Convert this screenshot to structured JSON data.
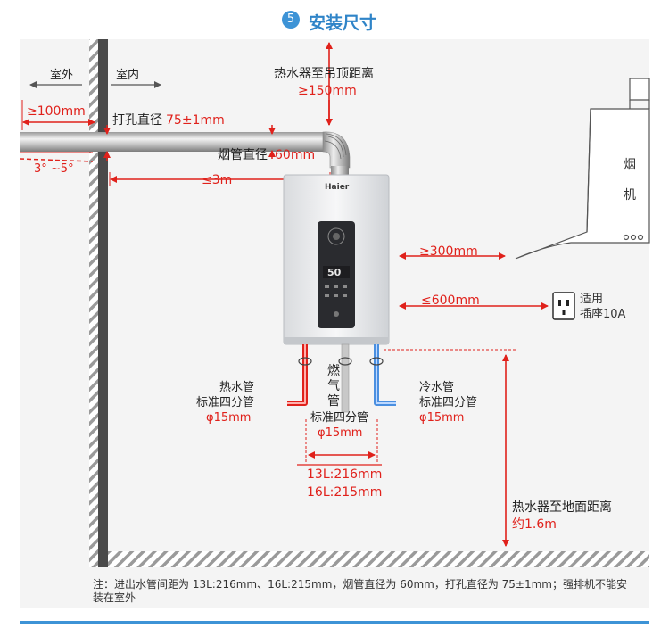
{
  "section": {
    "number": "5",
    "title": "安装尺寸"
  },
  "labels": {
    "outdoor": "室外",
    "indoor": "室内",
    "ceiling_title": "热水器至吊顶距离",
    "ceiling_value": "≥150mm",
    "wall_protrude": "≥100mm",
    "hole_label": "打孔直径",
    "hole_value": "75±1mm",
    "flue_label": "烟管直径",
    "flue_value": "60mm",
    "slope": "3° ~5°",
    "pipe_length": "≤3m",
    "hood_gap": "≥300mm",
    "outlet_gap": "≤600mm",
    "outlet_line1": "适用",
    "outlet_line2": "插座10A",
    "hood_char1": "烟",
    "hood_char2": "机",
    "gas_pipe": [
      "燃",
      "气",
      "管"
    ],
    "hot_pipe": "热水管",
    "hot_std": "标准四分管",
    "hot_dia": "φ15mm",
    "cold_pipe": "冷水管",
    "cold_std": "标准四分管",
    "cold_dia": "φ15mm",
    "gas_std": "标准四分管",
    "gas_dia": "φ15mm",
    "spacing_13l": "13L:216mm",
    "spacing_16l": "16L:215mm",
    "floor_title": "热水器至地面距离",
    "floor_value": "约1.6m",
    "brand": "Haier",
    "display": "50"
  },
  "note": "注：进出水管间距为 13L:216mm、16L:215mm，烟管直径为 60mm，打孔直径为 75±1mm；强排机不能安装在室外",
  "colors": {
    "accent": "#3d93d6",
    "dimension": "#e0211b",
    "hot_pipe": "#e0211b",
    "cold_pipe": "#4a8fe0",
    "panel": "#f4f4f4"
  }
}
